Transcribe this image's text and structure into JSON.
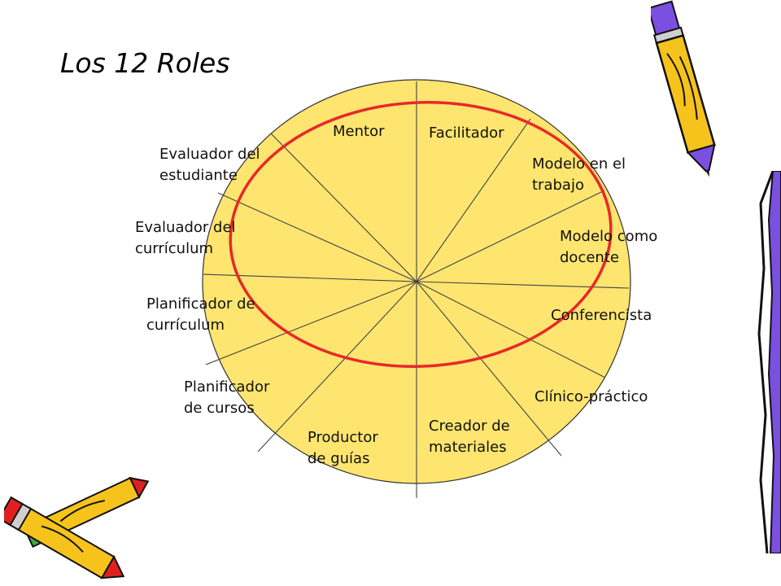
{
  "title": "Los 12 Roles",
  "roles": [
    {
      "label": "Mentor"
    },
    {
      "label": "Facilitador"
    },
    {
      "label": "Modelo en el\ntrabajo"
    },
    {
      "label": "Modelo como\ndocente"
    },
    {
      "label": "Conferencista"
    },
    {
      "label": "Clínico-práctico"
    },
    {
      "label": "Creador de\nmateriales"
    },
    {
      "label": "Productor\nde guías"
    },
    {
      "label": "Planificador\nde cursos"
    },
    {
      "label": "Planificador de\ncurrículum"
    },
    {
      "label": "Evaluador del\ncurrículum"
    },
    {
      "label": "Evaluador del\nestudiante"
    }
  ],
  "colors": {
    "wheel_fill": "#fde56f",
    "wheel_stroke": "#333333",
    "highlight_ring": "#e8282a",
    "pencil_yellow": "#f6c31c",
    "pencil_purple": "#7b4fe0",
    "pencil_red": "#e02020",
    "pencil_green": "#3fa83f"
  },
  "icons": [
    "pencil-top-right-icon",
    "pencil-right-edge-icon",
    "pencils-bottom-left-icon"
  ]
}
